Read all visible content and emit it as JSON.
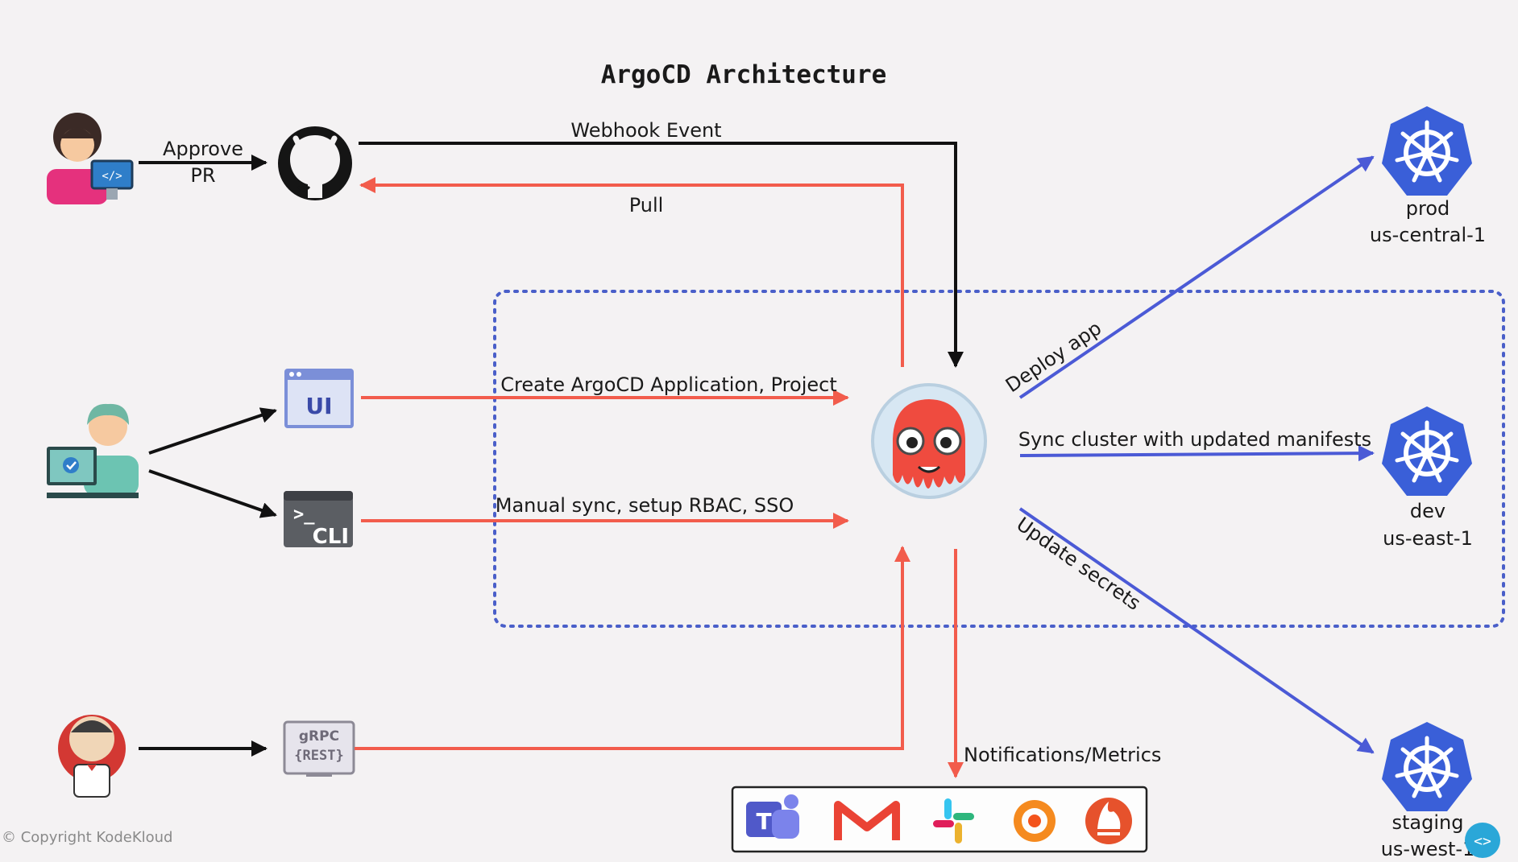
{
  "title": "ArgoCD Architecture",
  "labels": {
    "approve": "Approve",
    "pr": "PR",
    "webhook_event": "Webhook Event",
    "pull": "Pull",
    "create_app": "Create ArgoCD Application, Project",
    "manual_sync": "Manual sync, setup RBAC, SSO",
    "deploy_app": "Deploy app",
    "sync_cluster": "Sync cluster with updated manifests",
    "update_secrets": "Update secrets",
    "notifications": "Notifications/Metrics"
  },
  "icons": {
    "ui": "UI",
    "cli": "CLI",
    "grpc": "gRPC",
    "rest": "{REST}"
  },
  "clusters": {
    "prod": {
      "name": "prod",
      "region": "us-central-1"
    },
    "dev": {
      "name": "dev",
      "region": "us-east-1"
    },
    "staging": {
      "name": "staging",
      "region": "us-west-1"
    }
  },
  "copyright": "© Copyright KodeKloud",
  "colors": {
    "red_arrow": "#f25c4c",
    "blue_arrow": "#4b5ad6",
    "black_arrow": "#111111",
    "k8s": "#3a5fd8",
    "dotted_box": "#4a5fc9"
  },
  "notification_icons": [
    "teams-icon",
    "gmail-icon",
    "slack-icon",
    "grafana-icon",
    "prometheus-icon"
  ]
}
